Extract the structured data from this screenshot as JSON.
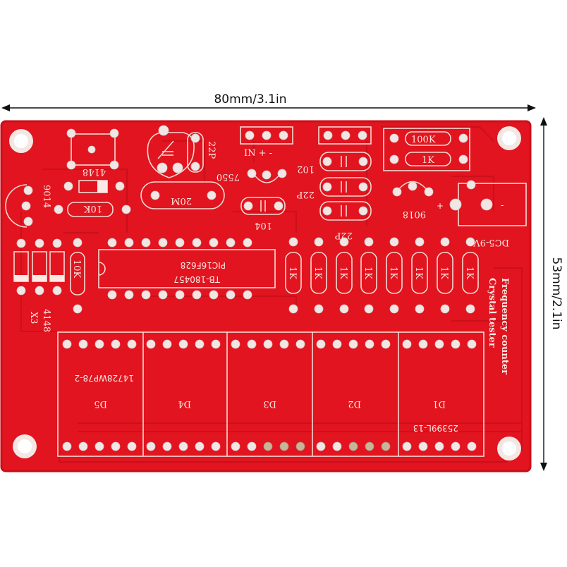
{
  "dimensions": {
    "width_label": "80mm/3.1in",
    "height_label": "53mm/2.1in"
  },
  "colors": {
    "board": "#e1141f",
    "board_edge": "#c90f19",
    "silkscreen": "#fbe9e4"
  },
  "silkscreen": {
    "labels_upright": {
      "top_header_pins": "IN + -",
      "resistor_100k": "100K",
      "resistor_1k_top": "1K",
      "power": "DC5-9V"
    },
    "labels_inverted": {
      "transistor_9014": "9014",
      "diode_4148_top": "4148",
      "resistor_10k": "10K",
      "cap_22p_top": "22P",
      "crystal_20m": "20M",
      "regulator_7550": "7550",
      "cap_102": "102",
      "cap_22p_mid": "22P",
      "cap_104": "104",
      "cap_22p_low": "22P",
      "transistor_9018": "9018",
      "chip": "PIC16F628",
      "chip_sub": "TB-180457",
      "resistor_10k_side": "10K",
      "diodes_4148": "4148",
      "x3": "X3",
      "title_line1": "Frequency counter",
      "title_line2": "Crystal tester",
      "resistors_1k": [
        "1K",
        "1K",
        "1K",
        "1K",
        "1K",
        "1K",
        "1K",
        "1K"
      ],
      "displays": [
        "D5",
        "D4",
        "D3",
        "D2",
        "D1"
      ],
      "display_part_left": "14728WP78-2",
      "display_part_right": "25399L-13"
    }
  }
}
